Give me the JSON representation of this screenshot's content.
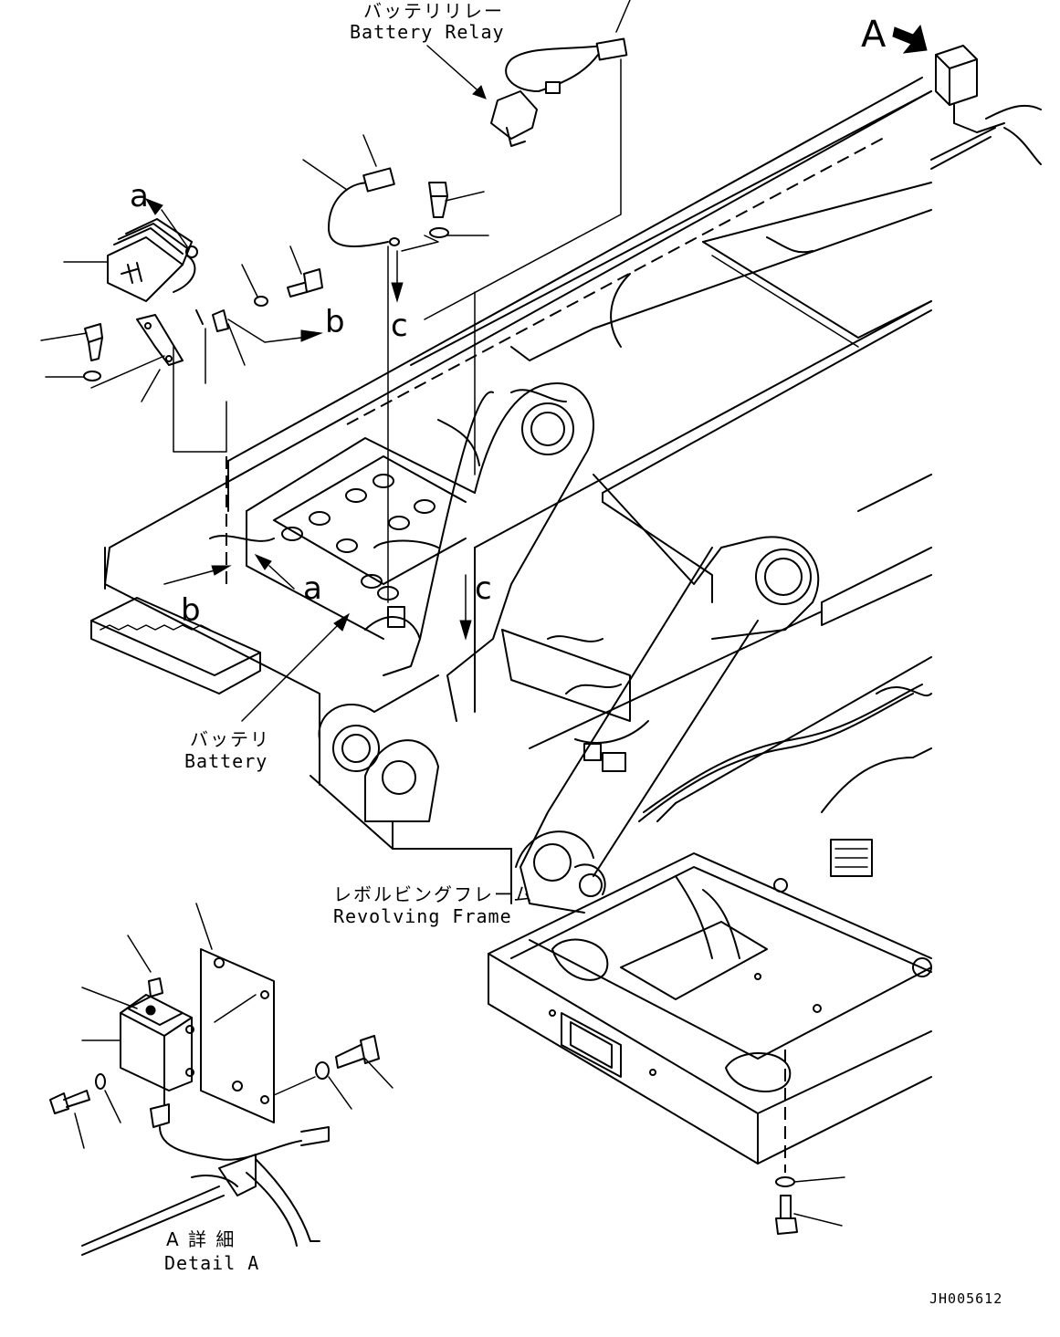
{
  "labels": {
    "battery_relay_jp": "バッテリリレー",
    "battery_relay_en": "Battery Relay",
    "battery_jp": "バッテリ",
    "battery_en": "Battery",
    "revolving_frame_jp": "レボルビングフレーム",
    "revolving_frame_en": "Revolving Frame",
    "detail_a_jp": "A 詳 細",
    "detail_a_en": "Detail A",
    "view_a": "A",
    "ref_a_top": "a",
    "ref_a_bottom": "a",
    "ref_b_top": "b",
    "ref_b_bottom": "b",
    "ref_c_top": "c",
    "ref_c_bottom": "c",
    "drawing_code": "JH005612"
  },
  "icons": [
    "arrow-icon",
    "bolt-icon",
    "washer-icon",
    "relay-icon",
    "battery-icon",
    "box-icon"
  ]
}
